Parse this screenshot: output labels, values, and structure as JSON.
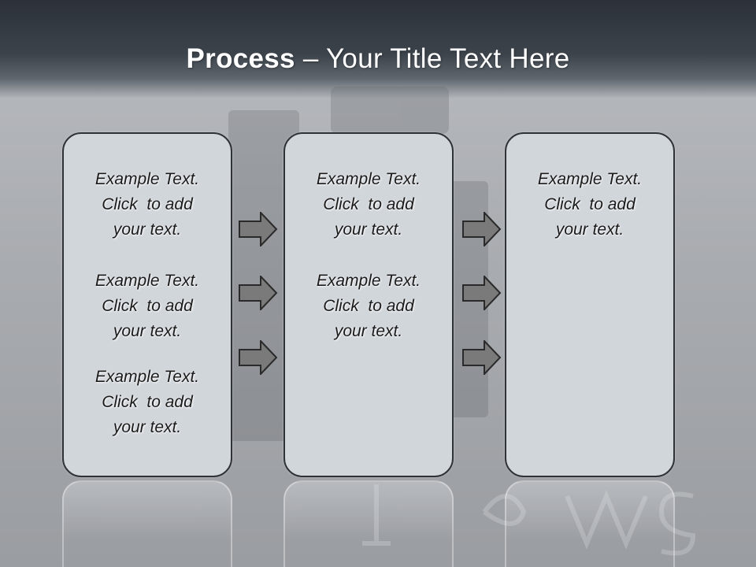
{
  "slide": {
    "title_bold": "Process",
    "title_rest": " – Your Title Text Here"
  },
  "columns": [
    {
      "items": [
        {
          "line1": "Example Text.",
          "line2": "Click  to add",
          "line3": "your text."
        },
        {
          "line1": "Example Text.",
          "line2": "Click  to add",
          "line3": "your text."
        },
        {
          "line1": "Example Text.",
          "line2": "Click  to add",
          "line3": "your text."
        }
      ]
    },
    {
      "items": [
        {
          "line1": "Example Text.",
          "line2": "Click  to add",
          "line3": "your text."
        },
        {
          "line1": "Example Text.",
          "line2": "Click  to add",
          "line3": "your text."
        }
      ]
    },
    {
      "items": [
        {
          "line1": "Example Text.",
          "line2": "Click  to add",
          "line3": "your text."
        }
      ]
    }
  ],
  "colors": {
    "header_dark": "#2c3138",
    "box_fill": "#d1d6db",
    "box_border": "#2f3338",
    "arrow_fill": "#7a7a7a"
  }
}
